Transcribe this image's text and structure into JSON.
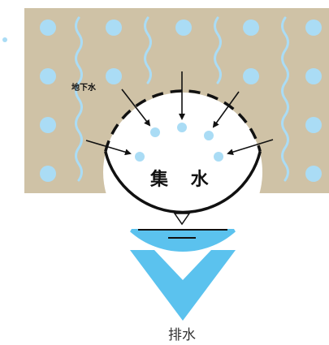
{
  "labels": {
    "groundwater": "地下水",
    "water_collection": "集 水",
    "drainage": "排水"
  },
  "colors": {
    "soil": "#cfc2a6",
    "water_drop": "#aadcf5",
    "water_fill": "#5bc2ee",
    "arrow_blue": "#5bc2ee",
    "outline": "#111111"
  }
}
